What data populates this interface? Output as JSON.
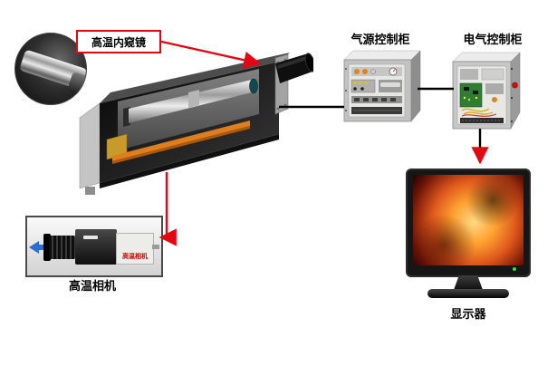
{
  "labels": {
    "endoscope": "高温内窥镜",
    "air_cabinet": "气源控制柜",
    "electric_cabinet": "电气控制柜",
    "camera": "高温相机",
    "monitor": "显示器",
    "camera_inset_text": "高温相机"
  },
  "colors": {
    "arrow_red": "#e30613",
    "line_black": "#000000",
    "label_border_red": "#e30613",
    "rail_orange": "#e07d1c",
    "screen_orange": "#ff9e30",
    "pcb_green": "#2e7d32"
  },
  "connections": [
    {
      "from": "endoscope-callout",
      "to": "machine-lens",
      "type": "red-arrow"
    },
    {
      "from": "machine",
      "to": "air-cabinet",
      "type": "black-line"
    },
    {
      "from": "air-cabinet",
      "to": "electric-cabinet",
      "type": "black-line"
    },
    {
      "from": "electric-cabinet",
      "to": "monitor",
      "type": "black-line-red-arrow"
    },
    {
      "from": "machine",
      "to": "camera",
      "type": "red-arrow"
    }
  ]
}
